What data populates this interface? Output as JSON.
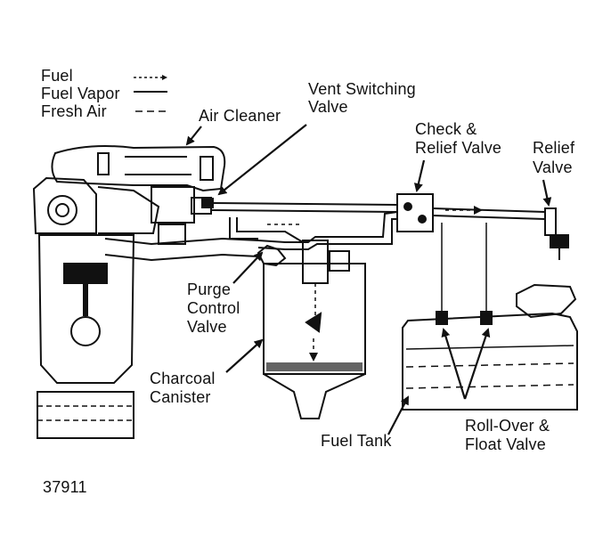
{
  "legend": {
    "fuel": "Fuel",
    "fuel_vapor": "Fuel Vapor",
    "fresh_air": "Fresh Air"
  },
  "labels": {
    "air_cleaner": "Air Cleaner",
    "vent_switching_valve_1": "Vent Switching",
    "vent_switching_valve_2": "Valve",
    "check_relief_valve_1": "Check &",
    "check_relief_valve_2": "Relief Valve",
    "relief_valve_1": "Relief",
    "relief_valve_2": "Valve",
    "purge_control_valve_1": "Purge",
    "purge_control_valve_2": "Control",
    "purge_control_valve_3": "Valve",
    "charcoal_canister_1": "Charcoal",
    "charcoal_canister_2": "Canister",
    "fuel_tank": "Fuel Tank",
    "rollover_float_valve_1": "Roll-Over &",
    "rollover_float_valve_2": "Float Valve"
  },
  "figure_id": "37911",
  "colors": {
    "ink": "#111111",
    "paper": "#ffffff"
  }
}
